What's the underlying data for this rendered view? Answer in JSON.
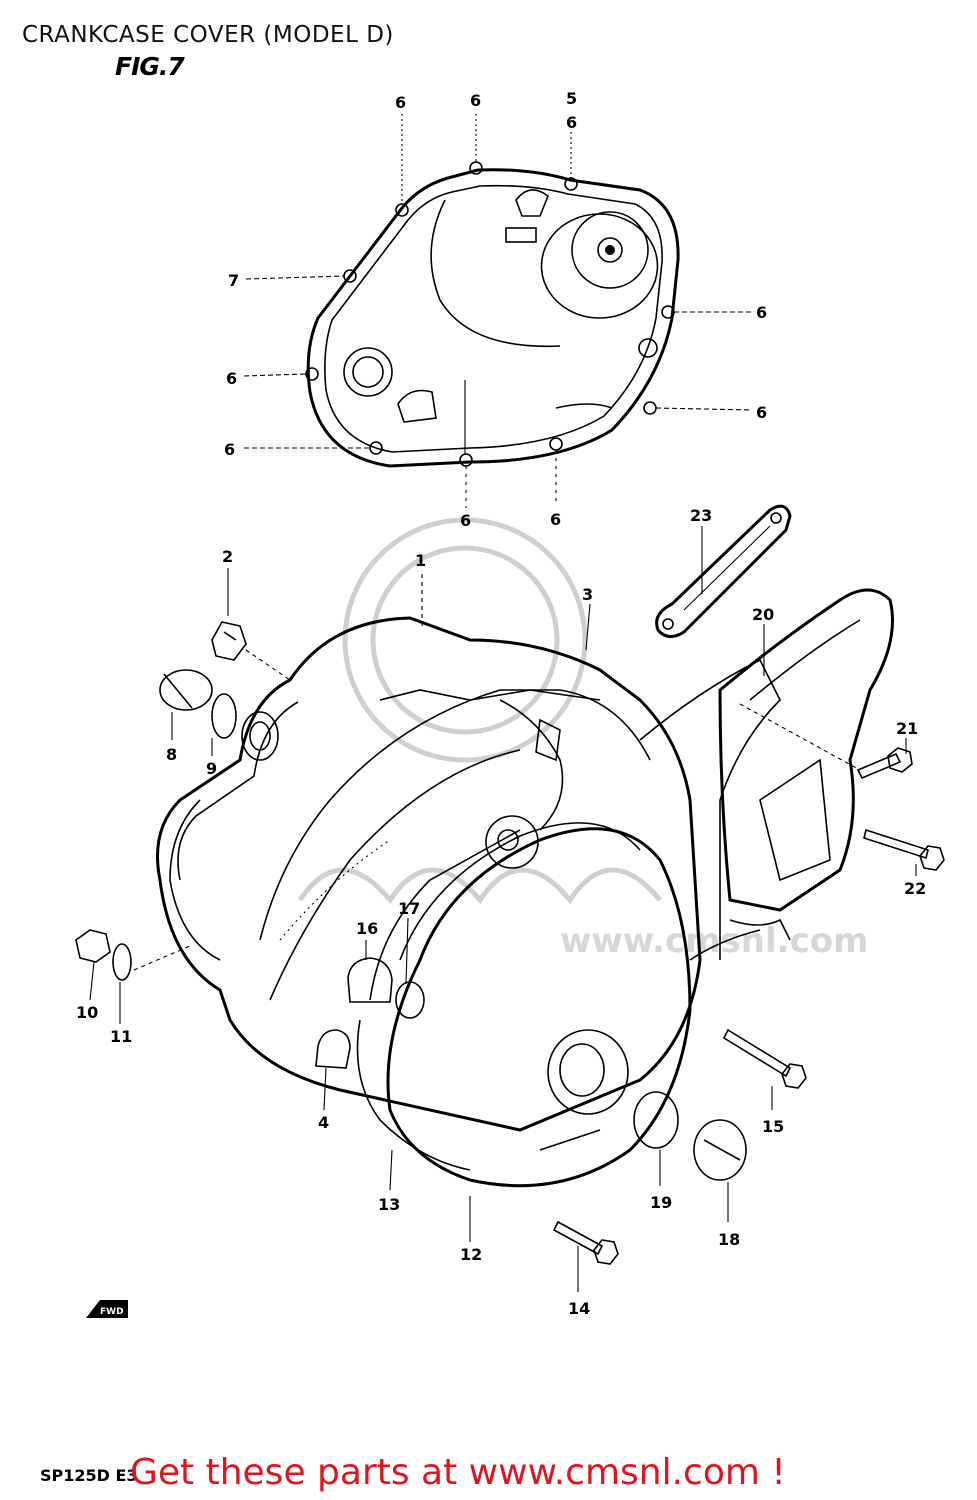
{
  "header": {
    "title": "CRANKCASE COVER (MODEL D)",
    "fig_label": "FIG.7"
  },
  "footer": {
    "model_code": "SP125D E3",
    "promo_text": "Get these parts at www.cmsnl.com !",
    "promo_color": "#e0141e"
  },
  "watermark": {
    "text": "www.cmsnl.com"
  },
  "fwd_marker": {
    "text": "FWD"
  },
  "part_labels": [
    "6",
    "6",
    "5",
    "6",
    "7",
    "6",
    "6",
    "6",
    "6",
    "6",
    "6",
    "23",
    "2",
    "1",
    "3",
    "20",
    "8",
    "9",
    "21",
    "22",
    "17",
    "16",
    "10",
    "11",
    "4",
    "15",
    "13",
    "19",
    "18",
    "12",
    "14"
  ]
}
